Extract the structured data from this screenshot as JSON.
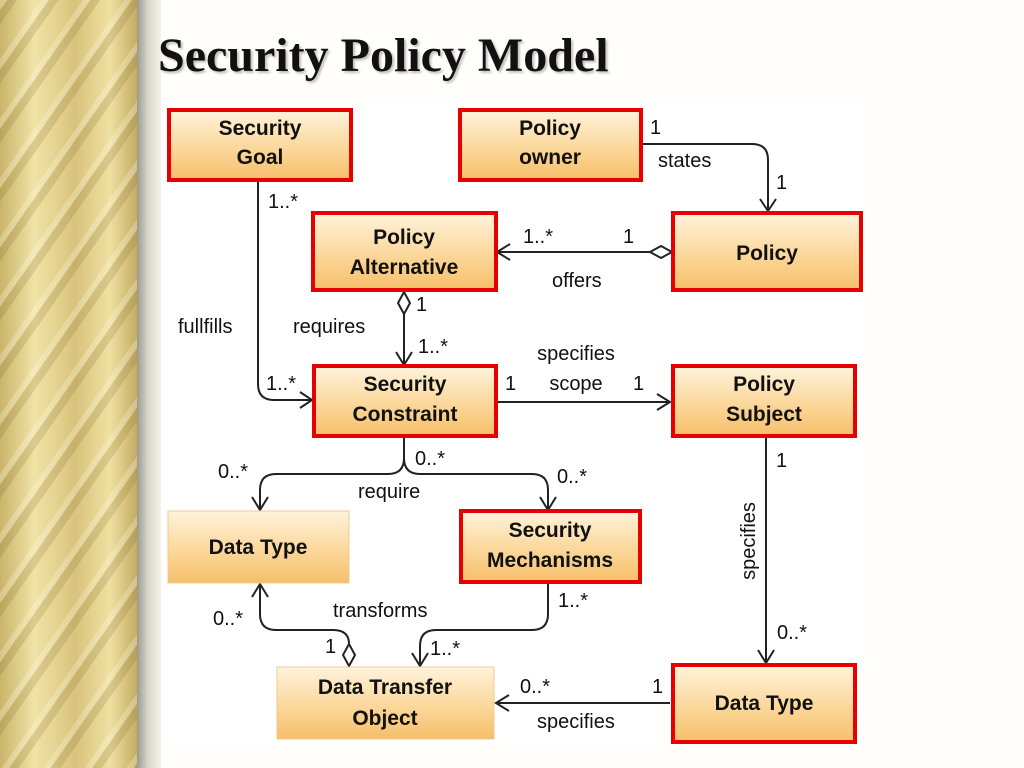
{
  "title": "Security Policy Model",
  "boxes": {
    "security_goal": [
      "Security",
      "Goal"
    ],
    "policy_owner": [
      "Policy",
      "owner"
    ],
    "policy_alternative": [
      "Policy",
      "Alternative"
    ],
    "policy": [
      "Policy"
    ],
    "security_constraint": [
      "Security",
      "Constraint"
    ],
    "policy_subject": [
      "Policy",
      "Subject"
    ],
    "data_type_left": [
      "Data Type"
    ],
    "security_mechanisms": [
      "Security",
      "Mechanisms"
    ],
    "data_transfer_object": [
      "Data Transfer",
      "Object"
    ],
    "data_type_right": [
      "Data Type"
    ]
  },
  "labels": {
    "owner_one": "1",
    "states": "states",
    "policy_one_top": "1",
    "goal_mult": "1..*",
    "offers_alt_mult": "1..*",
    "offers_policy_mult": "1",
    "offers": "offers",
    "alt_one": "1",
    "fullfills": "fullfills",
    "requires": "requires",
    "requires_mult": "1..*",
    "specifies_line1": "specifies",
    "specifies_line2": "scope",
    "scope_left_one": "1",
    "scope_right_one": "1",
    "fullfills_mult": "1..*",
    "dt_left_mult": "0..*",
    "constraint_mult": "0..*",
    "mech_mult": "0..*",
    "require": "require",
    "subject_one": "1",
    "specifies_vertical": "specifies",
    "dt_left_bottom_mult": "0..*",
    "transforms": "transforms",
    "mech_bottom_mult": "1..*",
    "dto_one": "1",
    "dto_mult": "1..*",
    "dt_right_top_mult": "0..*",
    "dto_right_mult": "0..*",
    "dt_right_one": "1",
    "specifies_bottom": "specifies"
  }
}
